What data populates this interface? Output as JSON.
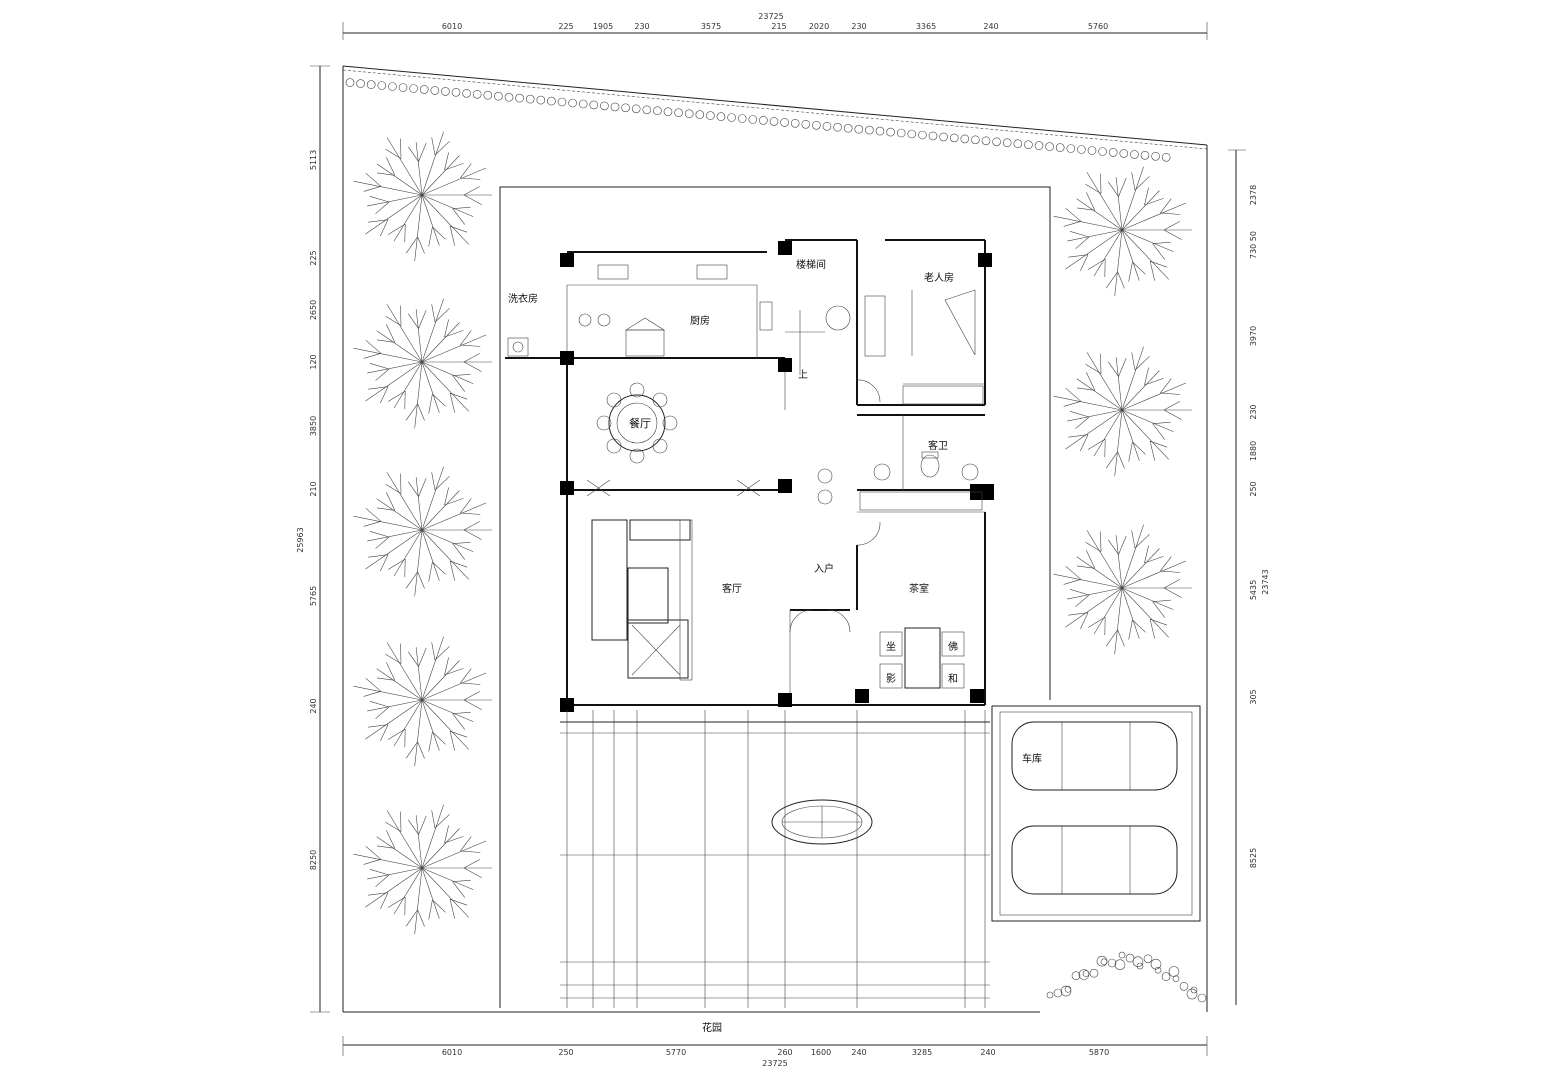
{
  "rooms": {
    "laundry": "洗衣房",
    "kitchen": "厨房",
    "stairs": "楼梯间",
    "elder_room": "老人房",
    "dining": "餐厅",
    "guest_bath": "客卫",
    "living": "客厅",
    "entrance": "入户",
    "tea_room": "茶室",
    "garage": "车库",
    "garden": "花园",
    "stair_up": "上"
  },
  "tea_chars": [
    "坐",
    "佛",
    "影",
    "和"
  ],
  "dims": {
    "top_total": "23725",
    "top": [
      "6010",
      "225",
      "1905",
      "230",
      "3575",
      "215",
      "2020",
      "230",
      "3365",
      "240",
      "5760"
    ],
    "bottom_total": "23725",
    "bottom": [
      "6010",
      "250",
      "5770",
      "260",
      "1600",
      "240",
      "3285",
      "240",
      "5870"
    ],
    "left_total": "25963",
    "left": [
      "5113",
      "225",
      "2650",
      "120",
      "3850",
      "210",
      "5765",
      "240",
      "8250"
    ],
    "right_total": "23743",
    "right": [
      "2378",
      "730 50",
      "3970",
      "230",
      "1880",
      "250",
      "5435",
      "305",
      "8525"
    ]
  }
}
